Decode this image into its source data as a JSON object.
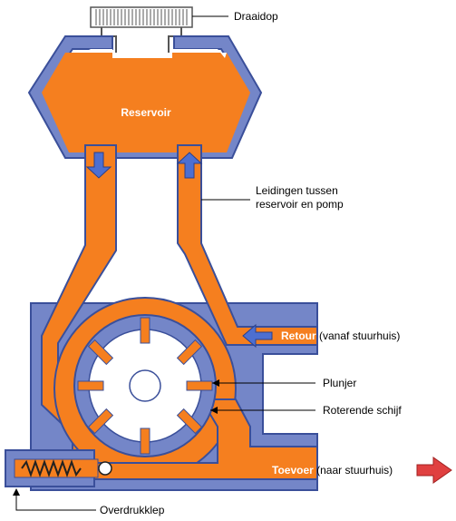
{
  "labels": {
    "draaidop": "Draaidop",
    "reservoir": "Reservoir",
    "leidingen_line1": "Leidingen tussen",
    "leidingen_line2": "reservoir en pomp",
    "retour_word": "Retour",
    "retour_rest": " (vanaf stuurhuis)",
    "plunjer": "Plunjer",
    "roterende_schijf": "Roterende schijf",
    "toevoer_word": "Toevoer",
    "toevoer_rest": " (naar stuurhuis)",
    "overdrukklep": "Overdrukklep"
  },
  "colors": {
    "fluid": "#f57f1f",
    "housing": "#7486c8",
    "housing_edge": "#3a4f9a",
    "arrow_blue": "#4d6fd1",
    "arrow_red": "#e04040"
  }
}
